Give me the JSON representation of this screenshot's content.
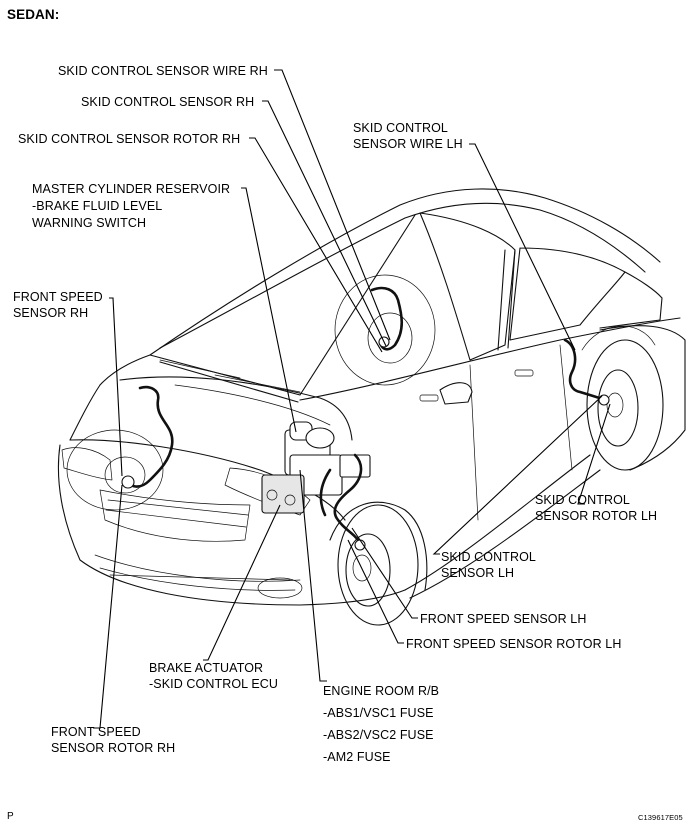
{
  "title": "SEDAN:",
  "labels": {
    "skid_control_sensor_wire_rh": "SKID CONTROL SENSOR WIRE RH",
    "skid_control_sensor_rh": "SKID CONTROL SENSOR RH",
    "skid_control_sensor_rotor_rh": "SKID CONTROL SENSOR ROTOR RH",
    "skid_control_sensor_wire_lh": "SKID CONTROL\nSENSOR WIRE LH",
    "master_cylinder_reservoir": "MASTER CYLINDER RESERVOIR\n-BRAKE FLUID LEVEL\nWARNING SWITCH",
    "front_speed_sensor_rh": "FRONT SPEED\nSENSOR RH",
    "skid_control_sensor_rotor_lh": "SKID CONTROL\nSENSOR ROTOR LH",
    "skid_control_sensor_lh": "SKID CONTROL\nSENSOR LH",
    "front_speed_sensor_lh": "FRONT SPEED SENSOR LH",
    "front_speed_sensor_rotor_lh": "FRONT SPEED SENSOR ROTOR LH",
    "brake_actuator": "BRAKE ACTUATOR\n-SKID CONTROL ECU",
    "engine_room_rb": "ENGINE ROOM R/B\n-ABS1/VSC1 FUSE\n-ABS2/VSC2 FUSE\n-AM2 FUSE",
    "front_speed_sensor_rotor_rh": "FRONT SPEED\nSENSOR ROTOR RH"
  },
  "footer": {
    "page_marker": "P",
    "figure_code": "C139617E05"
  }
}
